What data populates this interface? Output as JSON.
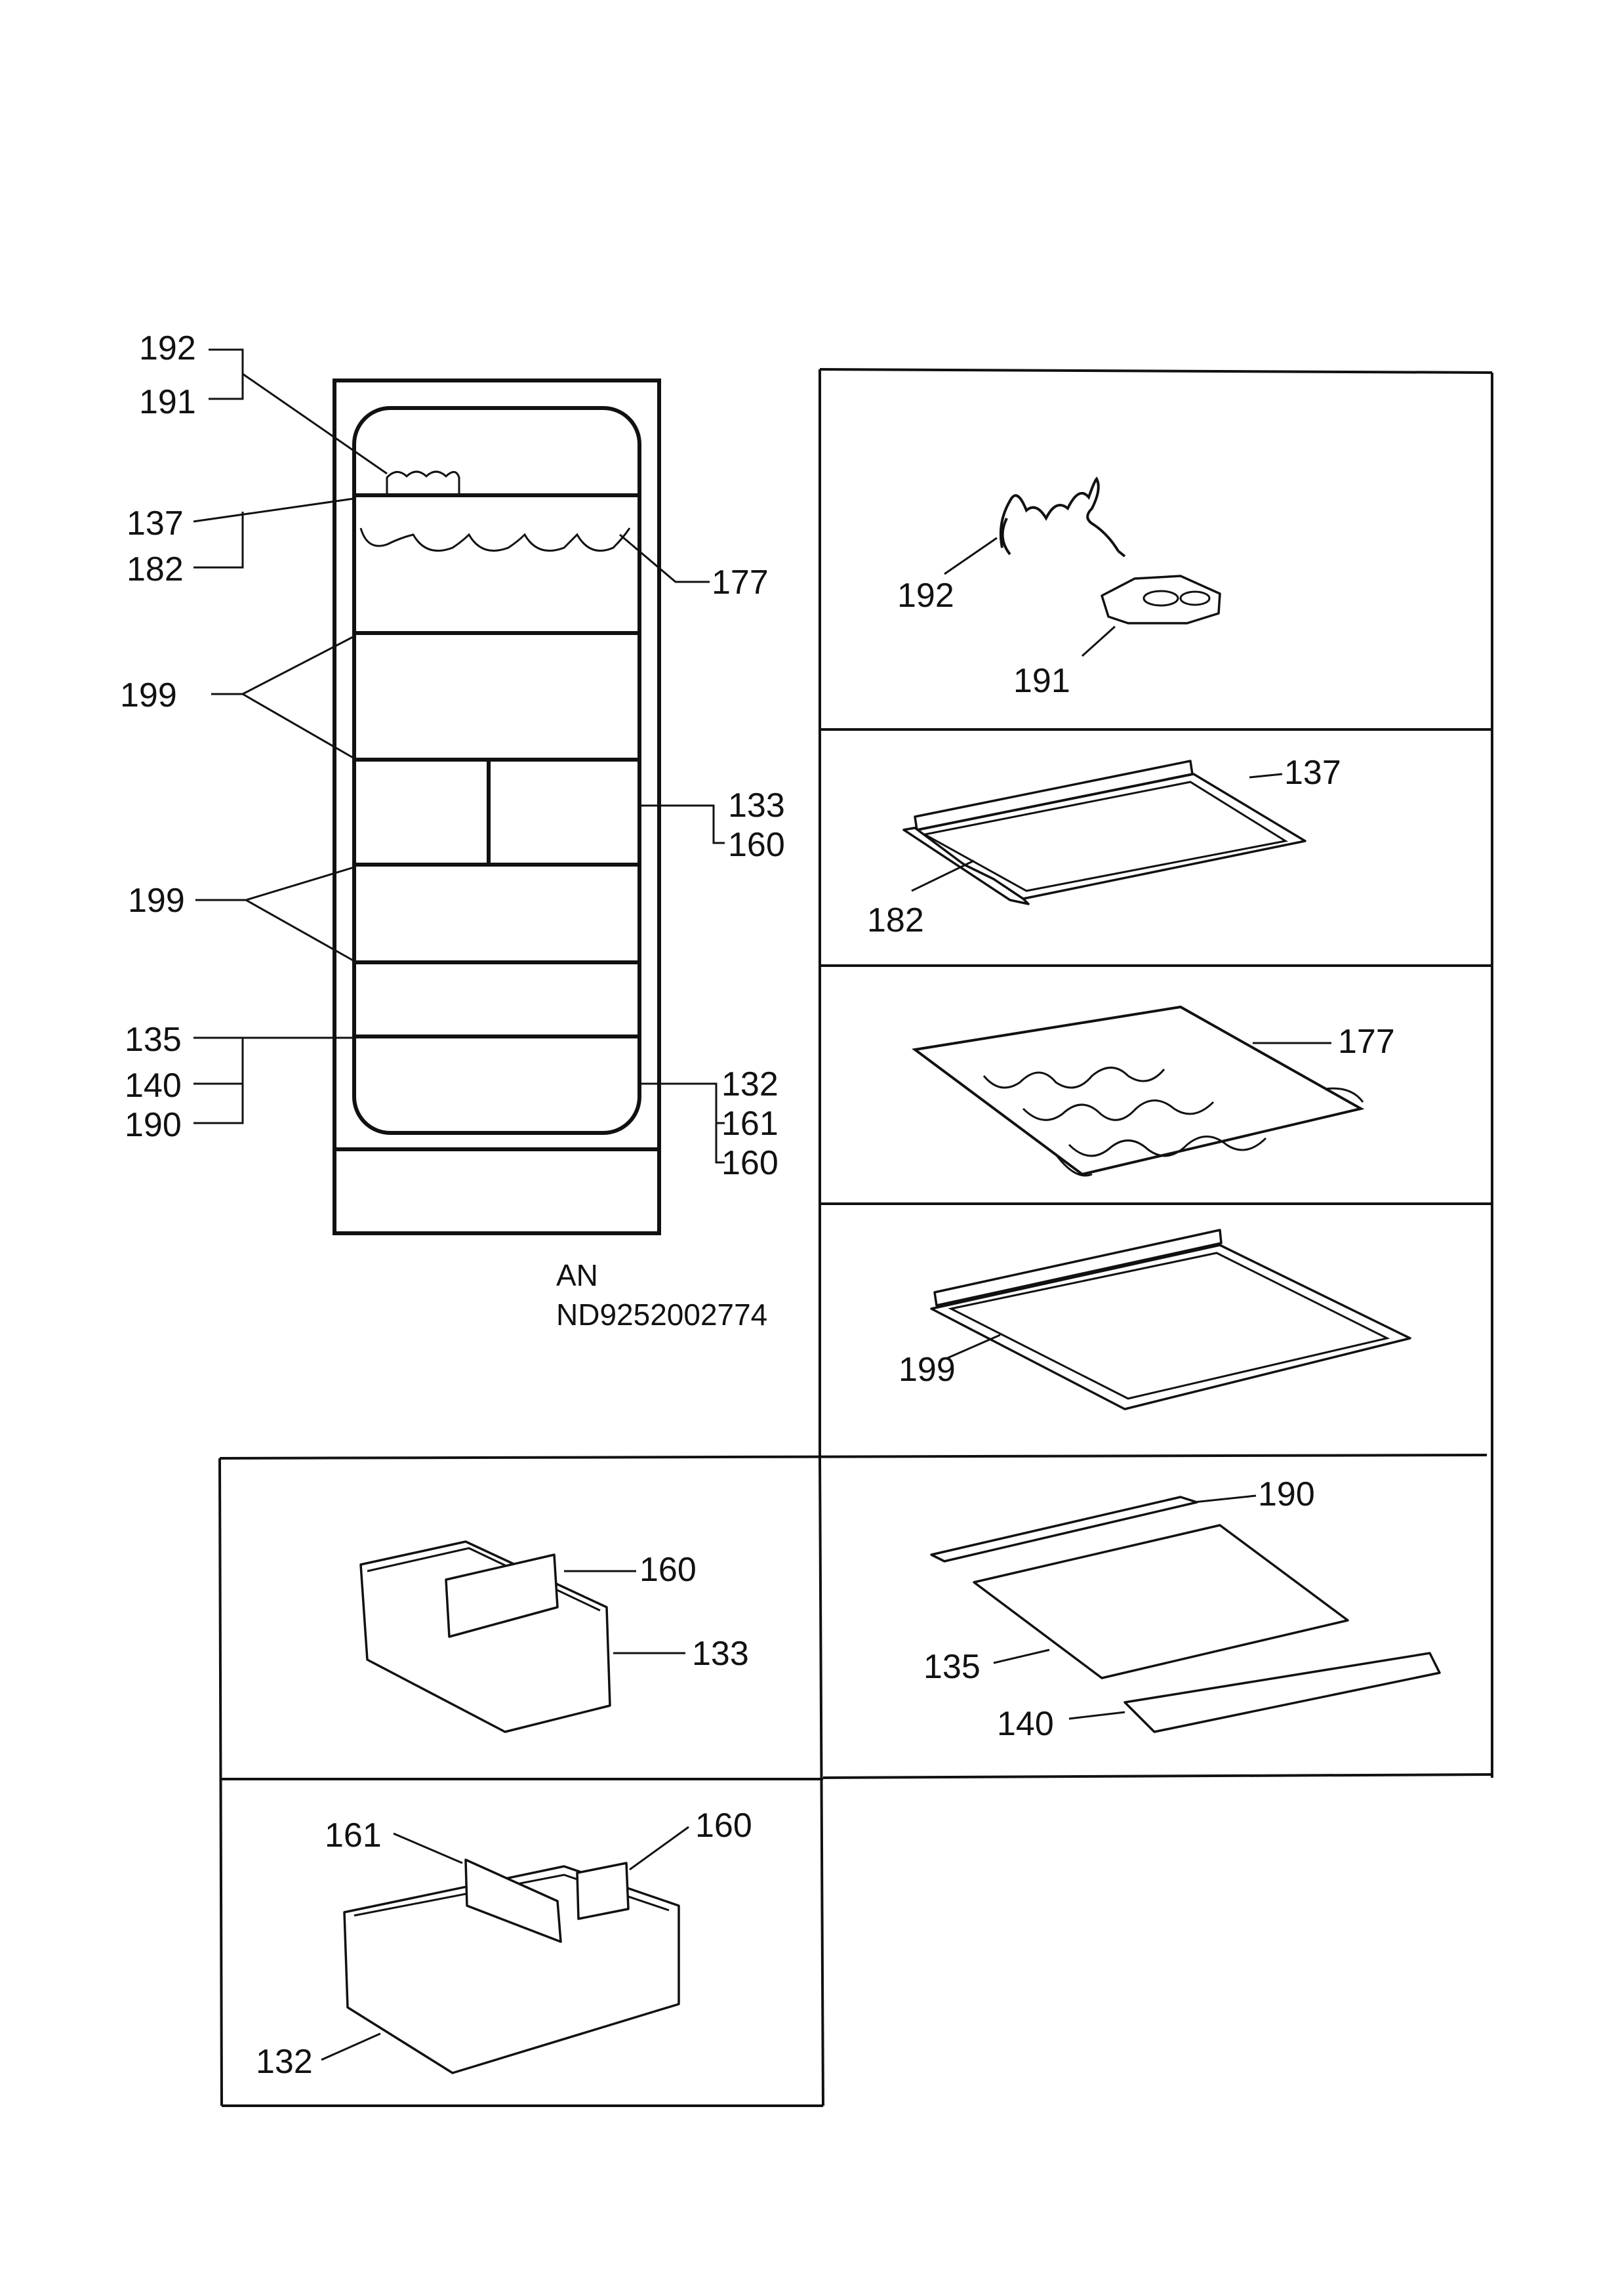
{
  "labels": {
    "l192": "192",
    "l191": "191",
    "l137": "137",
    "l182": "182",
    "l177": "177",
    "l199a": "199",
    "l133": "133",
    "l160a": "160",
    "l199b": "199",
    "l135": "135",
    "l140": "140",
    "l190": "190",
    "l132": "132",
    "l161": "161",
    "l160b": "160"
  },
  "code": {
    "line1": "AN",
    "line2": "ND9252002774"
  },
  "panels": {
    "p1": {
      "l192": "192",
      "l191": "191"
    },
    "p2": {
      "l137": "137",
      "l182": "182"
    },
    "p3": {
      "l177": "177"
    },
    "p4": {
      "l199": "199"
    },
    "p5": {
      "l190": "190",
      "l135": "135",
      "l140": "140"
    },
    "p6": {
      "l160": "160",
      "l133": "133"
    },
    "p7": {
      "l161": "161",
      "l160": "160",
      "l132": "132"
    }
  }
}
